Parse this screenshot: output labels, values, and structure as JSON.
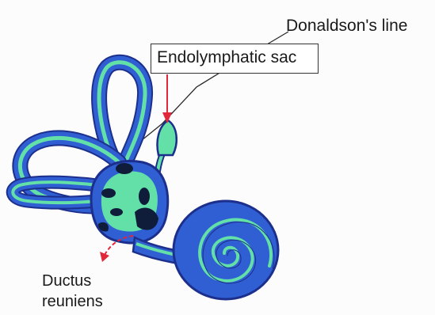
{
  "labels": {
    "donaldsons_line": "Donaldson's line",
    "endolymphatic_sac": "Endolymphatic sac",
    "ductus_reuniens_line1": "Ductus",
    "ductus_reuniens_line2": "reuniens"
  },
  "colors": {
    "outer_wall": "#1d2f8c",
    "perilymph": "#2f5fd3",
    "endolymph": "#63e0a8",
    "sensory": "#0f1d3a",
    "arrow": "#e0283a",
    "leader_line": "#2a2a2a"
  }
}
